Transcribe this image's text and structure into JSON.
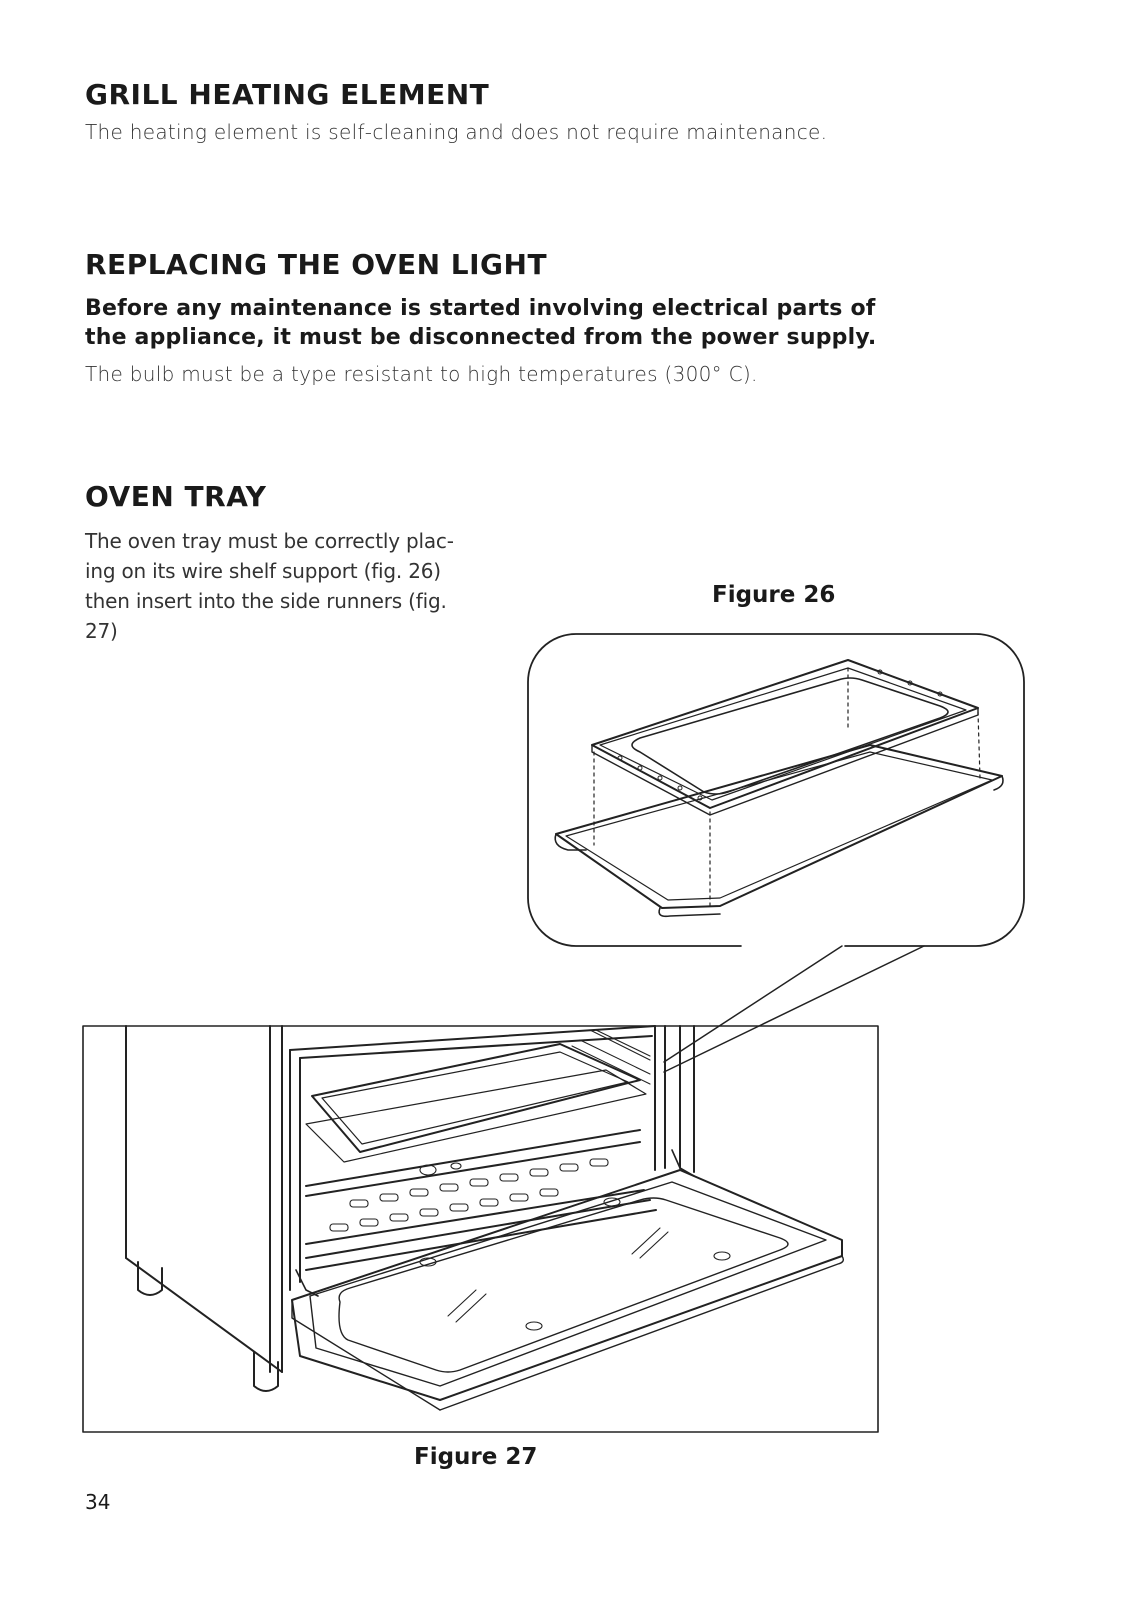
{
  "sections": {
    "grill": {
      "title": "GRILL HEATING ELEMENT",
      "text": "The heating element is self-cleaning and does not require maintenance."
    },
    "light": {
      "title": "REPLACING THE OVEN LIGHT",
      "warning": "Before any maintenance is started involving electrical parts of the appliance, it must be disconnected from the power supply.",
      "text": "The bulb must be a type resistant to high temperatures (300° C)."
    },
    "tray": {
      "title": "OVEN TRAY",
      "text_lines": [
        "The oven tray must be correctly plac-",
        "ing on its wire shelf support (fig. 26)",
        "then insert into the side runners (fig.",
        "27)"
      ]
    }
  },
  "figures": {
    "fig26": {
      "caption": "Figure 26",
      "image": "oven-tray-on-wire-shelf-illustration"
    },
    "fig27": {
      "caption": "Figure 27",
      "image": "open-oven-door-with-tray-illustration"
    }
  },
  "page_number": "34"
}
